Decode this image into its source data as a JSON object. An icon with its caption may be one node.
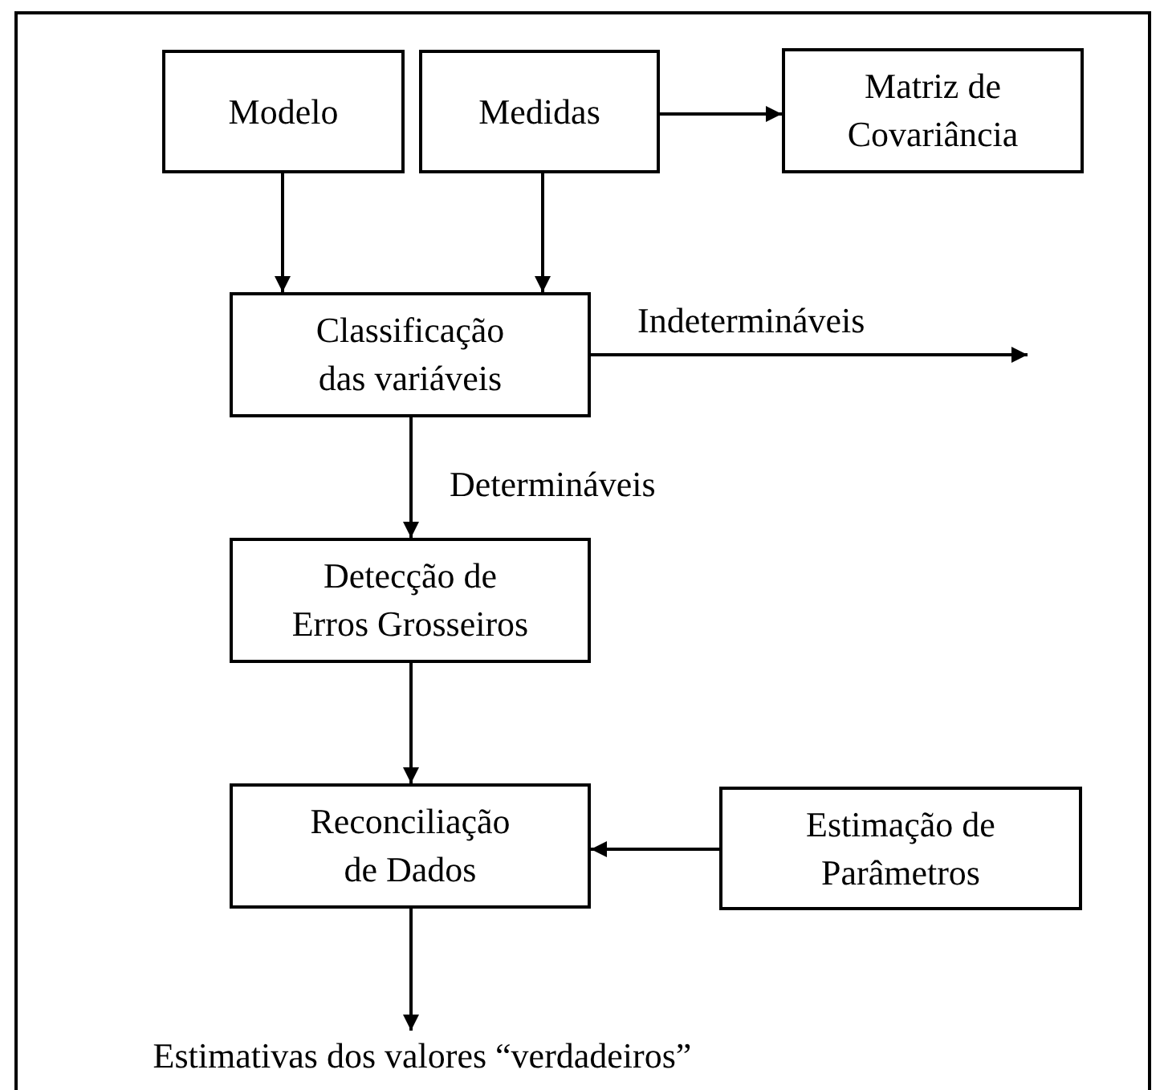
{
  "diagram": {
    "nodes": [
      {
        "text": [
          "Modelo"
        ]
      },
      {
        "text": [
          "Medidas"
        ]
      },
      {
        "text": [
          "Matriz de Covariância"
        ]
      },
      {
        "text": [
          "Classificação das variáveis"
        ]
      },
      {
        "text": [
          "Detecção de Erros Grosseiros"
        ]
      },
      {
        "text": [
          "Reconciliação de Dados"
        ]
      },
      {
        "text": [
          "Estimação de Parâmetros"
        ]
      },
      {
        "text": [
          "Estimativas dos valores “verdadeiros”"
        ]
      }
    ],
    "edges": [
      {
        "from": 0,
        "to": 3,
        "arrow": "to"
      },
      {
        "from": 1,
        "to": 3,
        "arrow": "to"
      },
      {
        "from": 1,
        "to": 2,
        "arrow": "to"
      },
      {
        "from": 3,
        "to": null,
        "arrow": "to",
        "label": "Indetermináveis"
      },
      {
        "from": 3,
        "to": 4,
        "arrow": "to",
        "label": "Determináveis"
      },
      {
        "from": 4,
        "to": 5,
        "arrow": "to"
      },
      {
        "from": 6,
        "to": 5,
        "arrow": "to"
      },
      {
        "from": 5,
        "to": 7,
        "arrow": "to"
      }
    ]
  }
}
